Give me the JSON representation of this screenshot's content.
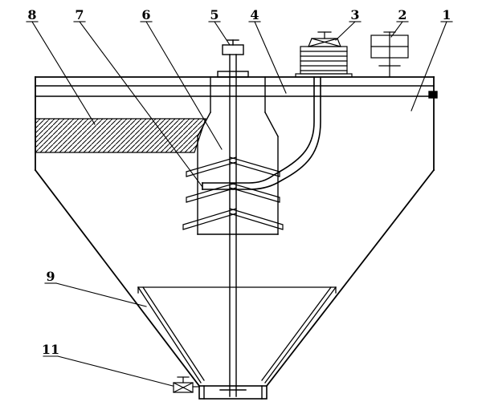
{
  "figure": {
    "background_color": "#ffffff",
    "line_color": "#000000"
  },
  "labels": [
    {
      "text": "8"
    },
    {
      "text": "7"
    },
    {
      "text": "6"
    },
    {
      "text": "5"
    },
    {
      "text": "4"
    },
    {
      "text": "3"
    },
    {
      "text": "2"
    },
    {
      "text": "1"
    },
    {
      "text": "9"
    },
    {
      "text": "11"
    }
  ]
}
